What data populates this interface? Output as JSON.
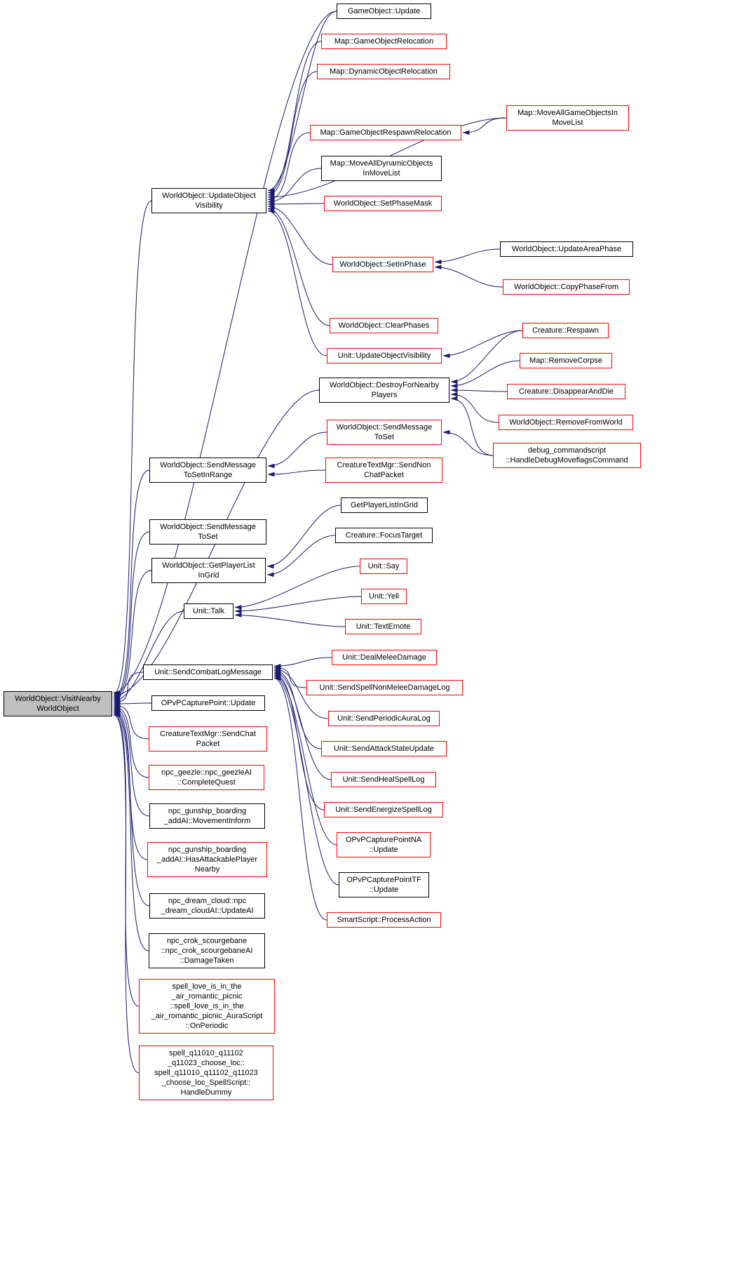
{
  "diagram": {
    "kind": "doxygen caller graph",
    "root_function": "WorldObject::VisitNearbyWorldObject"
  },
  "colors": {
    "edge_color": "#191970",
    "border": "#000000",
    "truncated_border": "#ff0000",
    "root_fill": "#bfbfbf",
    "text": "#000000",
    "background": "#ffffff"
  },
  "nodes": [
    {
      "id": "n1",
      "label": "GameObject::Update",
      "style": "black"
    },
    {
      "id": "n2",
      "label": "Map::GameObjectRelocation",
      "style": "red"
    },
    {
      "id": "n3",
      "label": "Map::DynamicObjectRelocation",
      "style": "red"
    },
    {
      "id": "n4",
      "label": "Map::MoveAllGameObjectsIn\nMoveList",
      "style": "red"
    },
    {
      "id": "n5",
      "label": "Map::GameObjectRespawnRelocation",
      "style": "red"
    },
    {
      "id": "n6",
      "label": "Map::MoveAllDynamicObjects\nInMoveList",
      "style": "black"
    },
    {
      "id": "n7",
      "label": "WorldObject::UpdateObject\nVisibility",
      "style": "black"
    },
    {
      "id": "n8",
      "label": "WorldObject::SetPhaseMask",
      "style": "red"
    },
    {
      "id": "n9",
      "label": "WorldObject::UpdateAreaPhase",
      "style": "black"
    },
    {
      "id": "n10",
      "label": "WorldObject::SetInPhase",
      "style": "red"
    },
    {
      "id": "n11",
      "label": "WorldObject::CopyPhaseFrom",
      "style": "red"
    },
    {
      "id": "n12",
      "label": "WorldObject::ClearPhases",
      "style": "red"
    },
    {
      "id": "n13",
      "label": "Unit::UpdateObjectVisibility",
      "style": "red"
    },
    {
      "id": "n14",
      "label": "Creature::Respawn",
      "style": "red"
    },
    {
      "id": "n15",
      "label": "Map::RemoveCorpse",
      "style": "red"
    },
    {
      "id": "n16",
      "label": "WorldObject::DestroyForNearby\nPlayers",
      "style": "black"
    },
    {
      "id": "n17",
      "label": "Creature::DisappearAndDie",
      "style": "red"
    },
    {
      "id": "n18",
      "label": "WorldObject::RemoveFromWorld",
      "style": "red"
    },
    {
      "id": "n19",
      "label": "WorldObject::SendMessage\nToSet",
      "style": "red"
    },
    {
      "id": "n20",
      "label": "debug_commandscript\n::HandleDebugMoveflagsCommand",
      "style": "red"
    },
    {
      "id": "n21",
      "label": "WorldObject::SendMessage\nToSetInRange",
      "style": "black"
    },
    {
      "id": "n22",
      "label": "CreatureTextMgr::SendNon\nChatPacket",
      "style": "red"
    },
    {
      "id": "n23",
      "label": "GetPlayerListInGrid",
      "style": "black"
    },
    {
      "id": "n24",
      "label": "WorldObject::SendMessage\nToSet",
      "style": "black"
    },
    {
      "id": "n25",
      "label": "Creature::FocusTarget",
      "style": "black"
    },
    {
      "id": "n26",
      "label": "WorldObject::GetPlayerList\nInGrid",
      "style": "black"
    },
    {
      "id": "n27",
      "label": "Unit::Say",
      "style": "red"
    },
    {
      "id": "n28",
      "label": "Unit::Yell",
      "style": "red"
    },
    {
      "id": "n29",
      "label": "Unit::Talk",
      "style": "black"
    },
    {
      "id": "n30",
      "label": "Unit::TextEmote",
      "style": "red"
    },
    {
      "id": "n31",
      "label": "Unit::DealMeleeDamage",
      "style": "red"
    },
    {
      "id": "n32",
      "label": "Unit::SendCombatLogMessage",
      "style": "black"
    },
    {
      "id": "n33",
      "label": "Unit::SendSpellNonMeleeDamageLog",
      "style": "red"
    },
    {
      "id": "n34",
      "label": "WorldObject::VisitNearby\nWorldObject",
      "style": "main"
    },
    {
      "id": "n35",
      "label": "OPvPCapturePoint::Update",
      "style": "black"
    },
    {
      "id": "n36",
      "label": "Unit::SendPeriodicAuraLog",
      "style": "red"
    },
    {
      "id": "n37",
      "label": "CreatureTextMgr::SendChat\nPacket",
      "style": "red"
    },
    {
      "id": "n38",
      "label": "Unit::SendAttackStateUpdate",
      "style": "red"
    },
    {
      "id": "n39",
      "label": "npc_geezle::npc_geezleAI\n::CompleteQuest",
      "style": "red"
    },
    {
      "id": "n40",
      "label": "Unit::SendHealSpellLog",
      "style": "red"
    },
    {
      "id": "n41",
      "label": "npc_gunship_boarding\n_addAI::MovementInform",
      "style": "black"
    },
    {
      "id": "n42",
      "label": "Unit::SendEnergizeSpellLog",
      "style": "red"
    },
    {
      "id": "n43",
      "label": "npc_gunship_boarding\n_addAI::HasAttackablePlayer\nNearby",
      "style": "red"
    },
    {
      "id": "n44",
      "label": "OPvPCapturePointNA\n::Update",
      "style": "red"
    },
    {
      "id": "n45",
      "label": "OPvPCapturePointTF\n::Update",
      "style": "black"
    },
    {
      "id": "n46",
      "label": "npc_dream_cloud::npc\n_dream_cloudAI::UpdateAI",
      "style": "black"
    },
    {
      "id": "n47",
      "label": "SmartScript::ProcessAction",
      "style": "red"
    },
    {
      "id": "n48",
      "label": "npc_crok_scourgebane\n::npc_crok_scourgebaneAI\n::DamageTaken",
      "style": "black"
    },
    {
      "id": "n49",
      "label": "spell_love_is_in_the\n_air_romantic_picnic\n::spell_love_is_in_the\n_air_romantic_picnic_AuraScript\n::OnPeriodic",
      "style": "red"
    },
    {
      "id": "n50",
      "label": "spell_q11010_q11102\n_q11023_choose_loc::\nspell_q11010_q11102_q11023\n_choose_loc_SpellScript::\nHandleDummy",
      "style": "red"
    }
  ],
  "edges": [
    {
      "from": "n1",
      "to": "n7"
    },
    {
      "from": "n2",
      "to": "n7"
    },
    {
      "from": "n3",
      "to": "n7"
    },
    {
      "from": "n4",
      "to": "n7"
    },
    {
      "from": "n5",
      "to": "n7"
    },
    {
      "from": "n6",
      "to": "n7"
    },
    {
      "from": "n8",
      "to": "n7"
    },
    {
      "from": "n10",
      "to": "n7"
    },
    {
      "from": "n12",
      "to": "n7"
    },
    {
      "from": "n13",
      "to": "n7"
    },
    {
      "from": "n4",
      "to": "n5"
    },
    {
      "from": "n9",
      "to": "n10"
    },
    {
      "from": "n11",
      "to": "n10"
    },
    {
      "from": "n14",
      "to": "n13"
    },
    {
      "from": "n14",
      "to": "n16"
    },
    {
      "from": "n15",
      "to": "n16"
    },
    {
      "from": "n17",
      "to": "n16"
    },
    {
      "from": "n18",
      "to": "n16"
    },
    {
      "from": "n20",
      "to": "n16"
    },
    {
      "from": "n20",
      "to": "n19"
    },
    {
      "from": "n19",
      "to": "n21"
    },
    {
      "from": "n22",
      "to": "n21"
    },
    {
      "from": "n23",
      "to": "n26"
    },
    {
      "from": "n25",
      "to": "n26"
    },
    {
      "from": "n27",
      "to": "n29"
    },
    {
      "from": "n28",
      "to": "n29"
    },
    {
      "from": "n30",
      "to": "n29"
    },
    {
      "from": "n31",
      "to": "n32"
    },
    {
      "from": "n33",
      "to": "n32"
    },
    {
      "from": "n36",
      "to": "n32"
    },
    {
      "from": "n38",
      "to": "n32"
    },
    {
      "from": "n40",
      "to": "n32"
    },
    {
      "from": "n42",
      "to": "n32"
    },
    {
      "from": "n44",
      "to": "n32"
    },
    {
      "from": "n45",
      "to": "n32"
    },
    {
      "from": "n47",
      "to": "n32"
    },
    {
      "from": "n1",
      "to": "n34"
    },
    {
      "from": "n7",
      "to": "n34"
    },
    {
      "from": "n16",
      "to": "n34"
    },
    {
      "from": "n21",
      "to": "n34"
    },
    {
      "from": "n24",
      "to": "n34"
    },
    {
      "from": "n26",
      "to": "n34"
    },
    {
      "from": "n29",
      "to": "n34"
    },
    {
      "from": "n32",
      "to": "n34"
    },
    {
      "from": "n35",
      "to": "n34"
    },
    {
      "from": "n37",
      "to": "n34"
    },
    {
      "from": "n39",
      "to": "n34"
    },
    {
      "from": "n41",
      "to": "n34"
    },
    {
      "from": "n43",
      "to": "n34"
    },
    {
      "from": "n46",
      "to": "n34"
    },
    {
      "from": "n48",
      "to": "n34"
    },
    {
      "from": "n49",
      "to": "n34"
    },
    {
      "from": "n50",
      "to": "n34"
    }
  ]
}
